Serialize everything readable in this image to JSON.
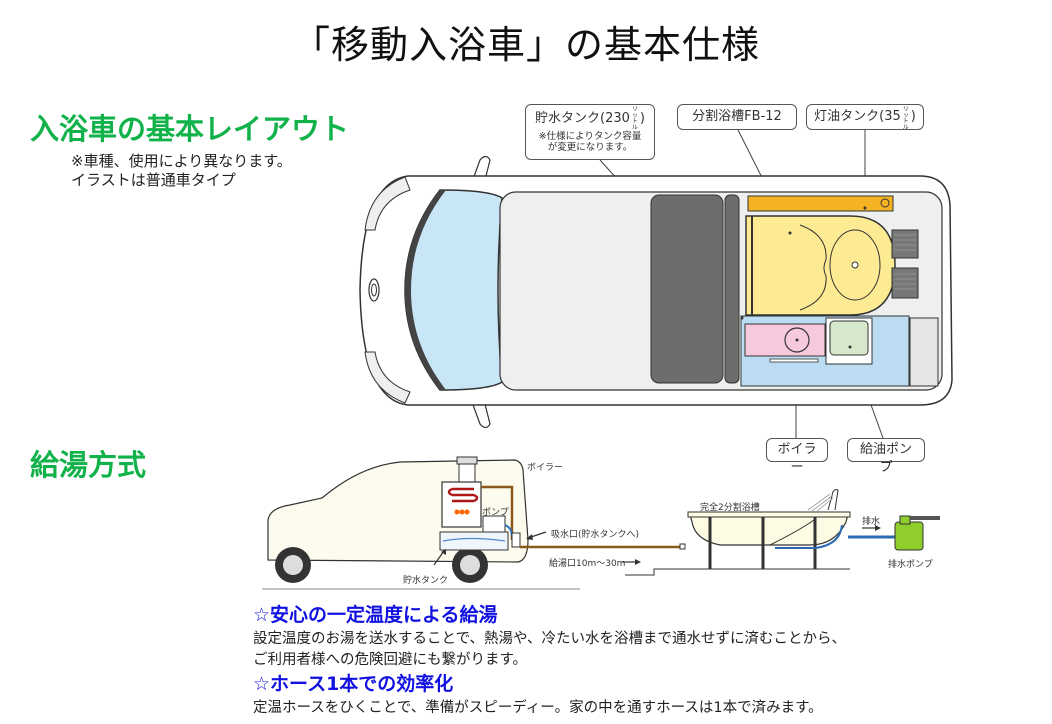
{
  "page": {
    "title": "「移動入浴車」の基本仕様"
  },
  "layout_section": {
    "title": "入浴車の基本レイアウト",
    "note_lines": [
      "※車種、使用により異なります。",
      "イラストは普通車タイプ"
    ],
    "callouts": {
      "water_tank": {
        "label": "貯水タンク(230",
        "unit": "リットル",
        "close": ")",
        "sub_lines": [
          "※仕様によりタンク容量",
          "が変更になります。"
        ]
      },
      "bathtub": {
        "label": "分割浴槽FB-12"
      },
      "kerosene_tank": {
        "label": "灯油タンク(35",
        "unit": "リットル",
        "close": ")"
      },
      "boiler": {
        "label": "ボイラー"
      },
      "fuel_pump": {
        "label": "給油ポンプ"
      }
    },
    "colors": {
      "windshield": "#c9e6f7",
      "body_fill": "#eef0ef",
      "seat": "#6d6d6d",
      "kerosene_tank": "#f5b324",
      "bathtub": "#fdeb94",
      "water_area": "#bcdcf3",
      "boiler": "#f6c9dd",
      "pump": "#d5e8cc"
    }
  },
  "hot_water_section": {
    "title": "給湯方式",
    "diagram_labels": {
      "boiler": "ボイラー",
      "pump": "ポンプ",
      "water_tank": "貯水タンク",
      "intake": "吸水口(貯水タンクへ)",
      "outlet": "給湯口10m〜30m",
      "tub": "完全2分割浴槽",
      "drain": "排水",
      "drain_pump": "排水ポンプ"
    },
    "features": [
      {
        "title": "☆安心の一定温度による給湯",
        "body_lines": [
          "設定温度のお湯を送水することで、熱湯や、冷たい水を浴槽まで通水せずに済むことから、",
          "ご利用者様への危険回避にも繋がります。"
        ]
      },
      {
        "title": "☆ホース1本での効率化",
        "body_lines": [
          "定温ホースをひくことで、準備がスピーディー。家の中を通すホースは1本で済みます。"
        ]
      }
    ]
  }
}
